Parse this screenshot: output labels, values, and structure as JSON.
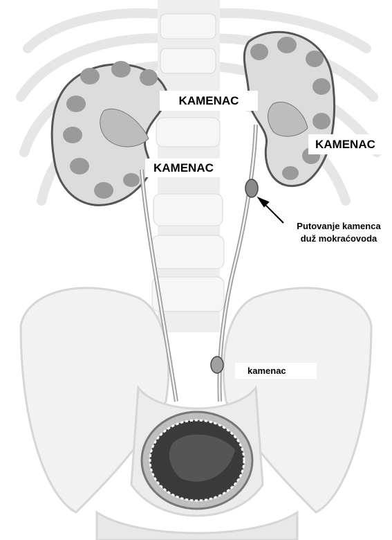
{
  "labels": {
    "kidney_stone_top": "KAMENAC",
    "kidney_stone_right": "KAMENAC",
    "kidney_stone_left": "KAMENAC",
    "ureter_stone": "kamenac"
  },
  "caption": {
    "line1": "Putovanje kamenca",
    "line2": "duž mokraćovoda"
  },
  "colors": {
    "background": "#ffffff",
    "bone_fill": "#f2f2f2",
    "bone_stroke": "#d8d8d8",
    "kidney_fill": "#dcdcdc",
    "kidney_pyramid": "#9a9a9a",
    "bladder_dark": "#3a3a3a",
    "text": "#000000"
  }
}
